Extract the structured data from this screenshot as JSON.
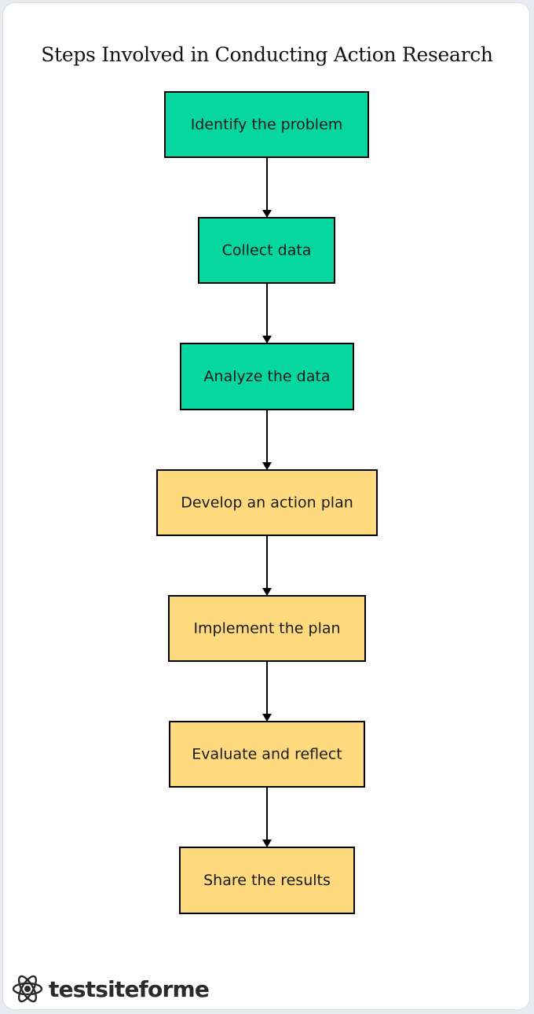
{
  "title": "Steps Involved in Conducting Action Research",
  "colors": {
    "green": "#06d6a0",
    "yellow": "#ffd97d",
    "stroke": "#000000"
  },
  "steps": [
    {
      "id": "identify",
      "label": "Identify the problem",
      "color": "green"
    },
    {
      "id": "collect",
      "label": "Collect data",
      "color": "green"
    },
    {
      "id": "analyze",
      "label": "Analyze the data",
      "color": "green"
    },
    {
      "id": "develop",
      "label": "Develop an action plan",
      "color": "yellow"
    },
    {
      "id": "implement",
      "label": "Implement the plan",
      "color": "yellow"
    },
    {
      "id": "evaluate",
      "label": "Evaluate and reflect",
      "color": "yellow"
    },
    {
      "id": "share",
      "label": "Share the results",
      "color": "yellow"
    }
  ],
  "edges": [
    [
      "identify",
      "collect"
    ],
    [
      "collect",
      "analyze"
    ],
    [
      "analyze",
      "develop"
    ],
    [
      "develop",
      "implement"
    ],
    [
      "implement",
      "evaluate"
    ],
    [
      "evaluate",
      "share"
    ]
  ],
  "brand": {
    "name": "testsiteforme",
    "icon": "atom-icon"
  }
}
